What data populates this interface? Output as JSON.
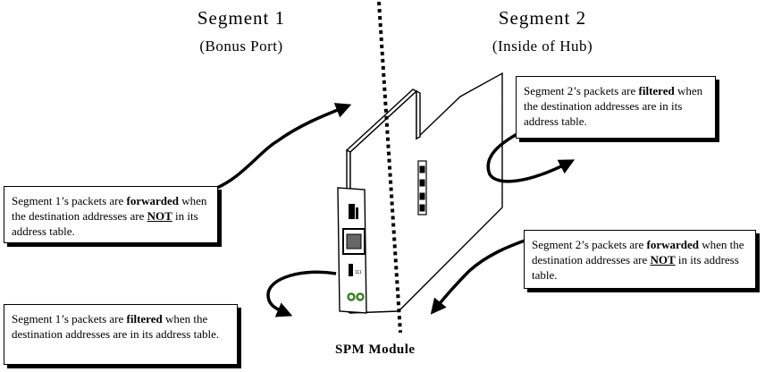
{
  "segments": {
    "left": {
      "title": "Segment  1",
      "subtitle": "(Bonus  Port)"
    },
    "right": {
      "title": "Segment  2",
      "subtitle": "(Inside of Hub)"
    }
  },
  "boxes": {
    "seg2_filtered": {
      "pre": "Segment 2’s packets are ",
      "bold": "filtered",
      "post": " when the destination addresses are in its address table."
    },
    "seg1_forwarded": {
      "pre": "Segment 1’s packets are ",
      "bold": "forwarded",
      "mid": " when the destination addresses are ",
      "under": "NOT",
      "post": " in its address table."
    },
    "seg2_forwarded": {
      "pre": "Segment 2’s packets are ",
      "bold": "forwarded",
      "mid": " when the destination addresses are ",
      "under": "NOT",
      "post": " in its address table."
    },
    "seg1_filtered": {
      "pre": "Segment 1’s packets are ",
      "bold": "filtered",
      "post": " when the destination addresses are in its address table."
    }
  },
  "caption": "SPM Module"
}
